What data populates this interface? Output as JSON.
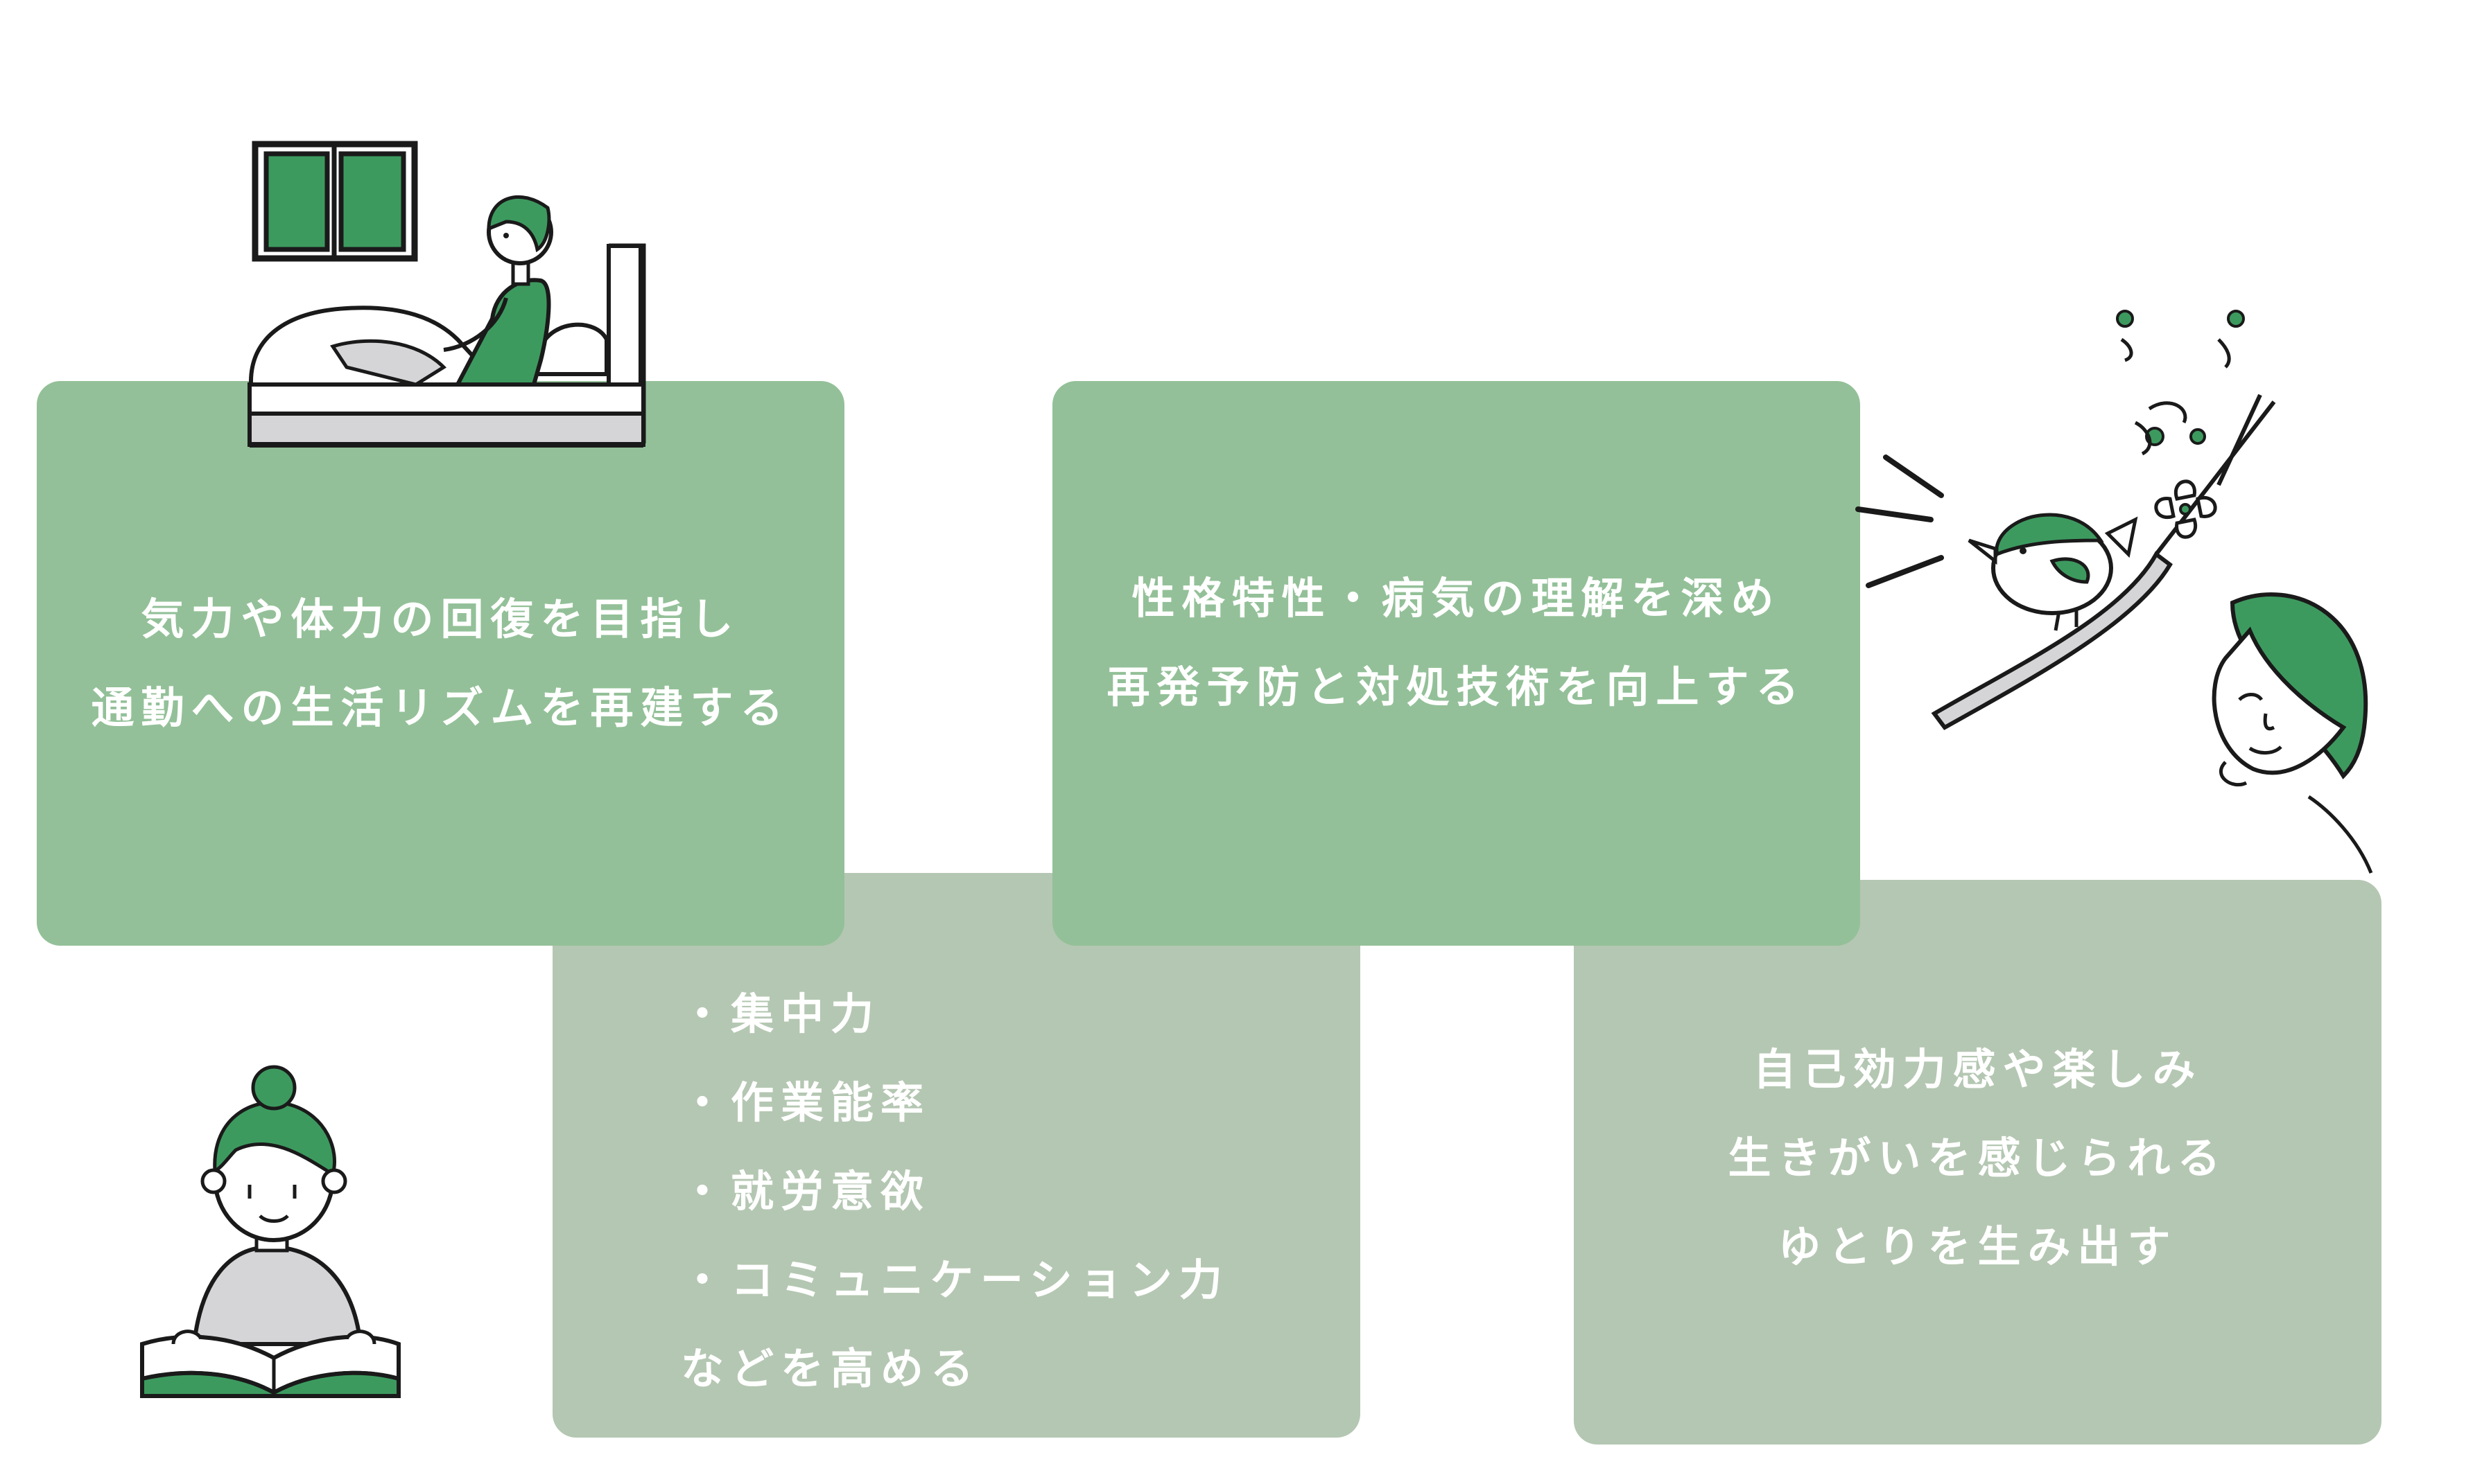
{
  "cards": {
    "recovery": {
      "lines": [
        "気力や体力の回復を目指し",
        "通勤への生活リズムを再建する"
      ]
    },
    "understanding": {
      "lines": [
        "性格特性・病気の理解を深め",
        "再発予防と対処技術を向上する"
      ]
    },
    "skills": {
      "items": [
        "・集中力",
        "・作業能率",
        "・就労意欲",
        "・コミュニケーション力"
      ],
      "footer": "などを高める"
    },
    "fulfillment": {
      "lines": [
        "自己効力感や楽しみ",
        "生きがいを感じられる",
        "ゆとりを生み出す"
      ]
    }
  },
  "colors": {
    "card_dark": "#93c098",
    "card_light": "#b4c7b2",
    "accent_green": "#3d9a5f",
    "outline": "#1a1a1a",
    "gray": "#d5d5d8"
  },
  "illustrations": [
    "person-sitting-on-bed-icon",
    "bird-singing-on-branch-icon",
    "smiling-woman-icon",
    "woman-reading-book-icon"
  ]
}
